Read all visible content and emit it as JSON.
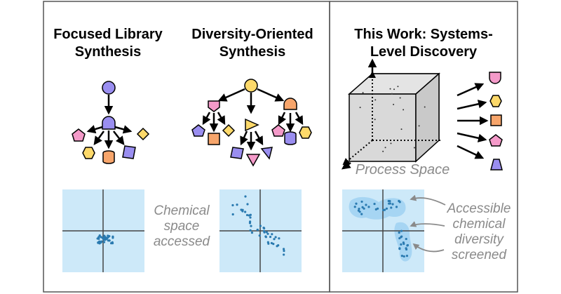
{
  "left_panel": {
    "focused": {
      "title_line1": "Focused Library",
      "title_line2": "Synthesis"
    },
    "diversity": {
      "title_line1": "Diversity-Oriented",
      "title_line2": "Synthesis"
    },
    "chemical_space_note": [
      "Chemical",
      "space",
      "accessed"
    ]
  },
  "right_panel": {
    "title_line1": "This Work: Systems-",
    "title_line2": "Level Discovery",
    "cube_label": "Process Space",
    "diversity_note": [
      "Accessible",
      "chemical",
      "diversity",
      "screened"
    ]
  },
  "colors": {
    "purple": "#9a8ef0",
    "yellow": "#fdd96a",
    "pink": "#f49ac9",
    "orange": "#f7a56b",
    "plot_bg": "#cde9f9",
    "dot": "#2a7ab0",
    "annotation": "#8a8a8a"
  }
}
